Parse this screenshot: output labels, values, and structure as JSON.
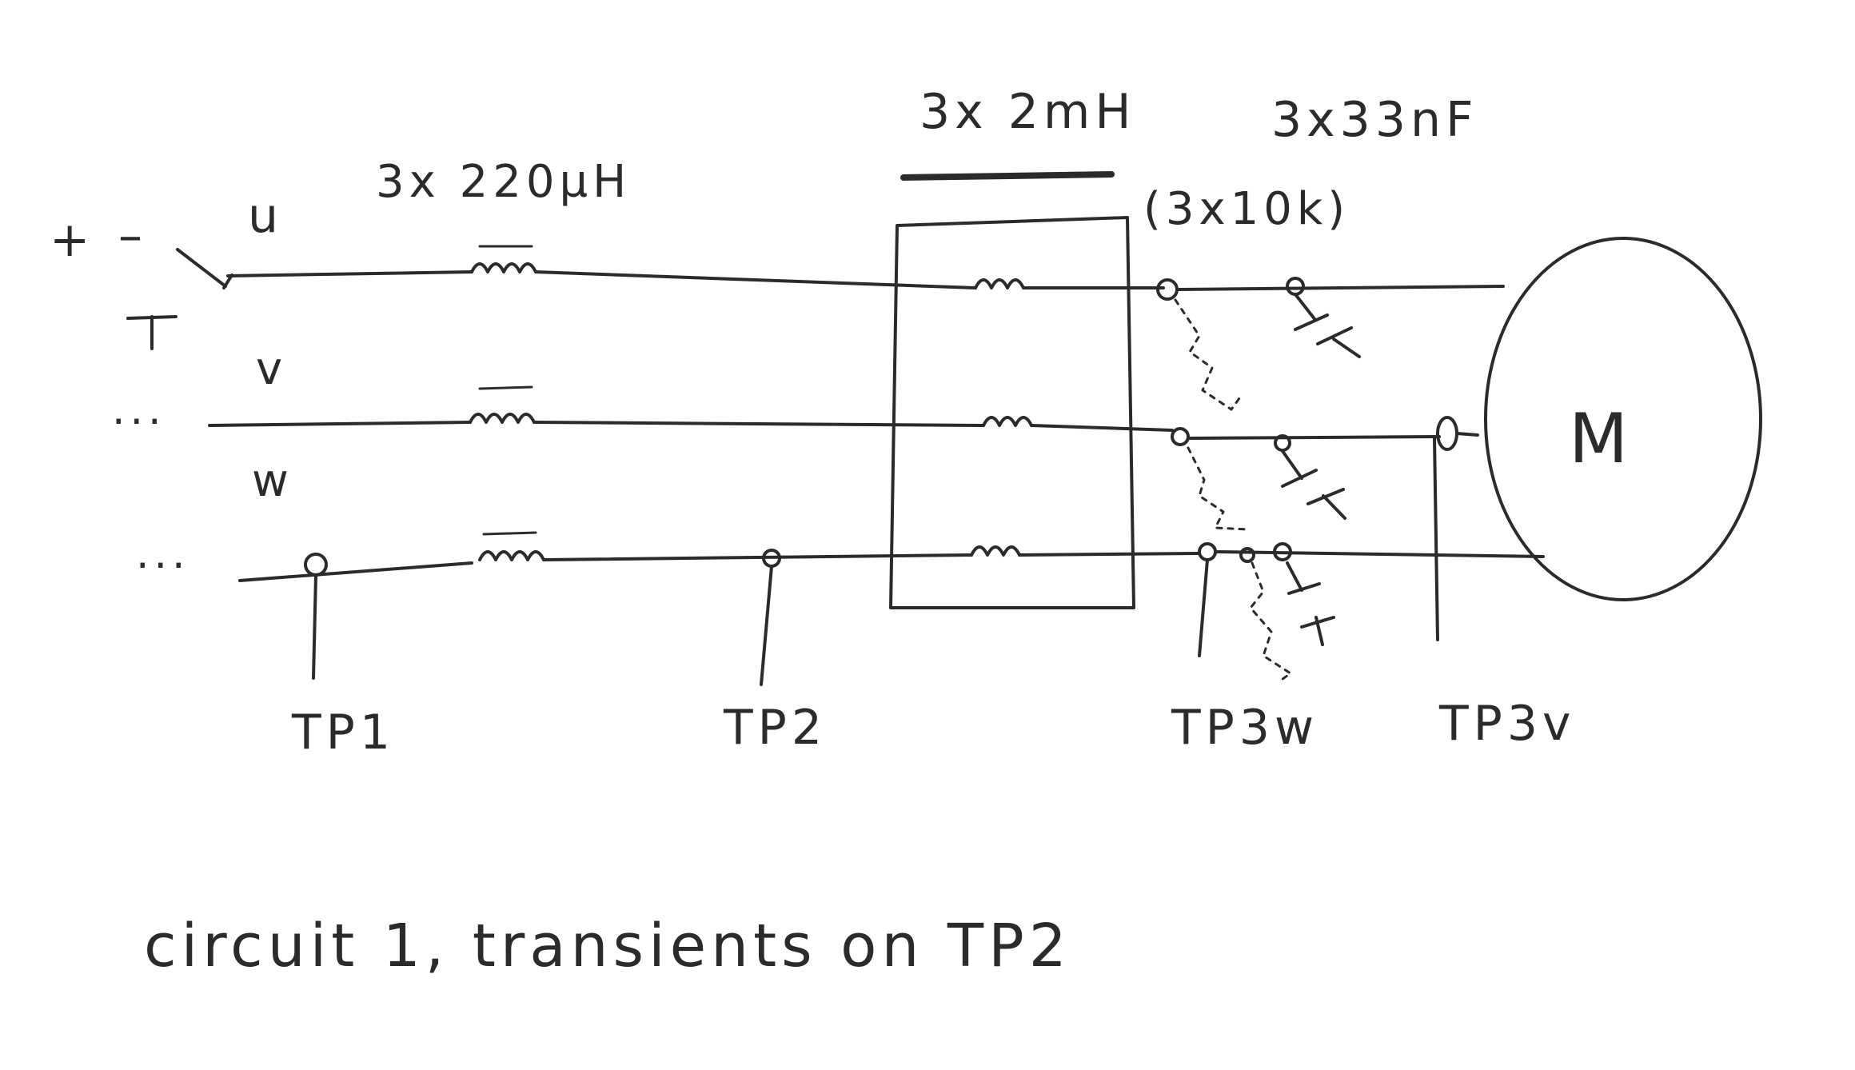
{
  "labels": {
    "inductor_main": "3x 220µH",
    "inductor_box": "3x 2mH",
    "capacitors": "3x33nF",
    "resistors": "(3x10k)",
    "phase_u": "u",
    "phase_v": "v",
    "phase_w": "w",
    "supply_plus": "+",
    "supply_minus": "–",
    "motor": "M",
    "tp1": "TP1",
    "tp2": "TP2",
    "tp3w": "TP3w",
    "tp3v": "TP3v",
    "ellipsis": "...",
    "caption": "circuit 1, transients on TP2"
  },
  "colors": {
    "ink": "#2b2b2b",
    "paper": "#ffffff"
  }
}
